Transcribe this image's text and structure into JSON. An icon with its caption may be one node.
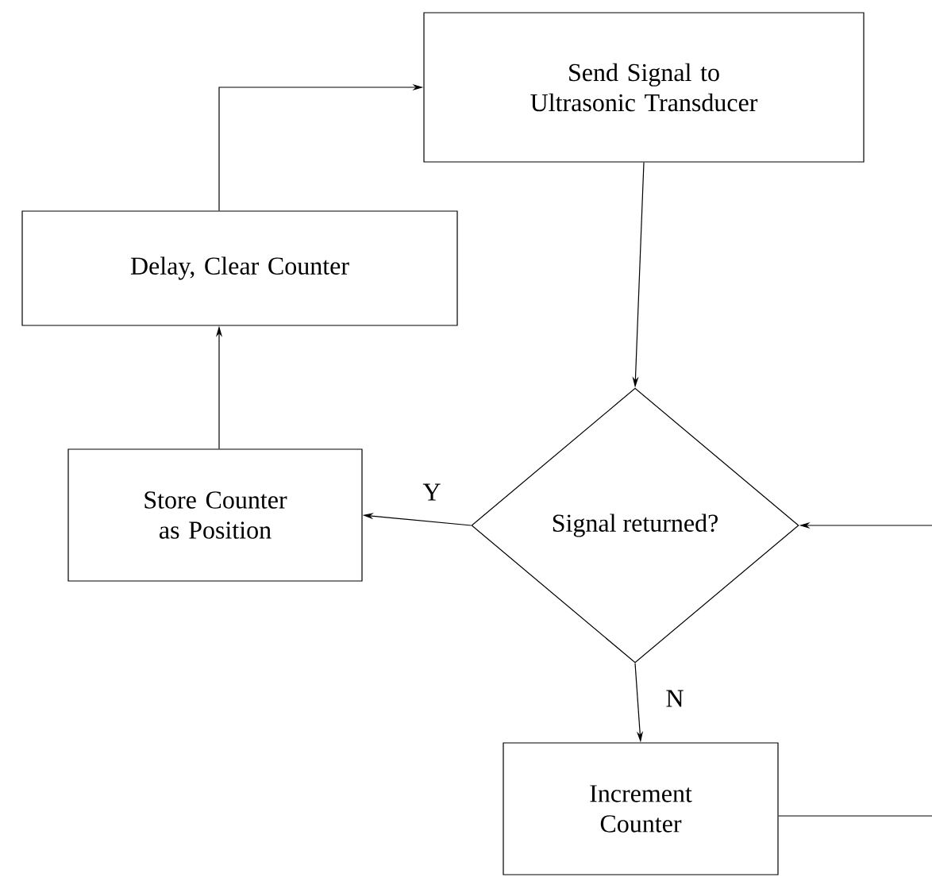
{
  "diagram": {
    "nodes": [
      {
        "text": [
          "Send Signal to Ultrasonic Transducer"
        ]
      },
      {
        "text": [
          "Delay, Clear Counter"
        ]
      },
      {
        "text": [
          "Store Counter as Position"
        ]
      },
      {
        "text": [
          "Signal returned?"
        ]
      },
      {
        "text": [
          "Increment Counter"
        ]
      }
    ],
    "edges": [
      {
        "from": 0,
        "to": 3,
        "arrow": "to"
      },
      {
        "from": 3,
        "to": 2,
        "arrow": "to",
        "label": "Y"
      },
      {
        "from": 3,
        "to": 4,
        "arrow": "to",
        "label": "N"
      },
      {
        "from": 4,
        "to": 3,
        "arrow": "to"
      },
      {
        "from": 2,
        "to": 1,
        "arrow": "to"
      },
      {
        "from": 1,
        "to": 0,
        "arrow": "to"
      }
    ]
  }
}
